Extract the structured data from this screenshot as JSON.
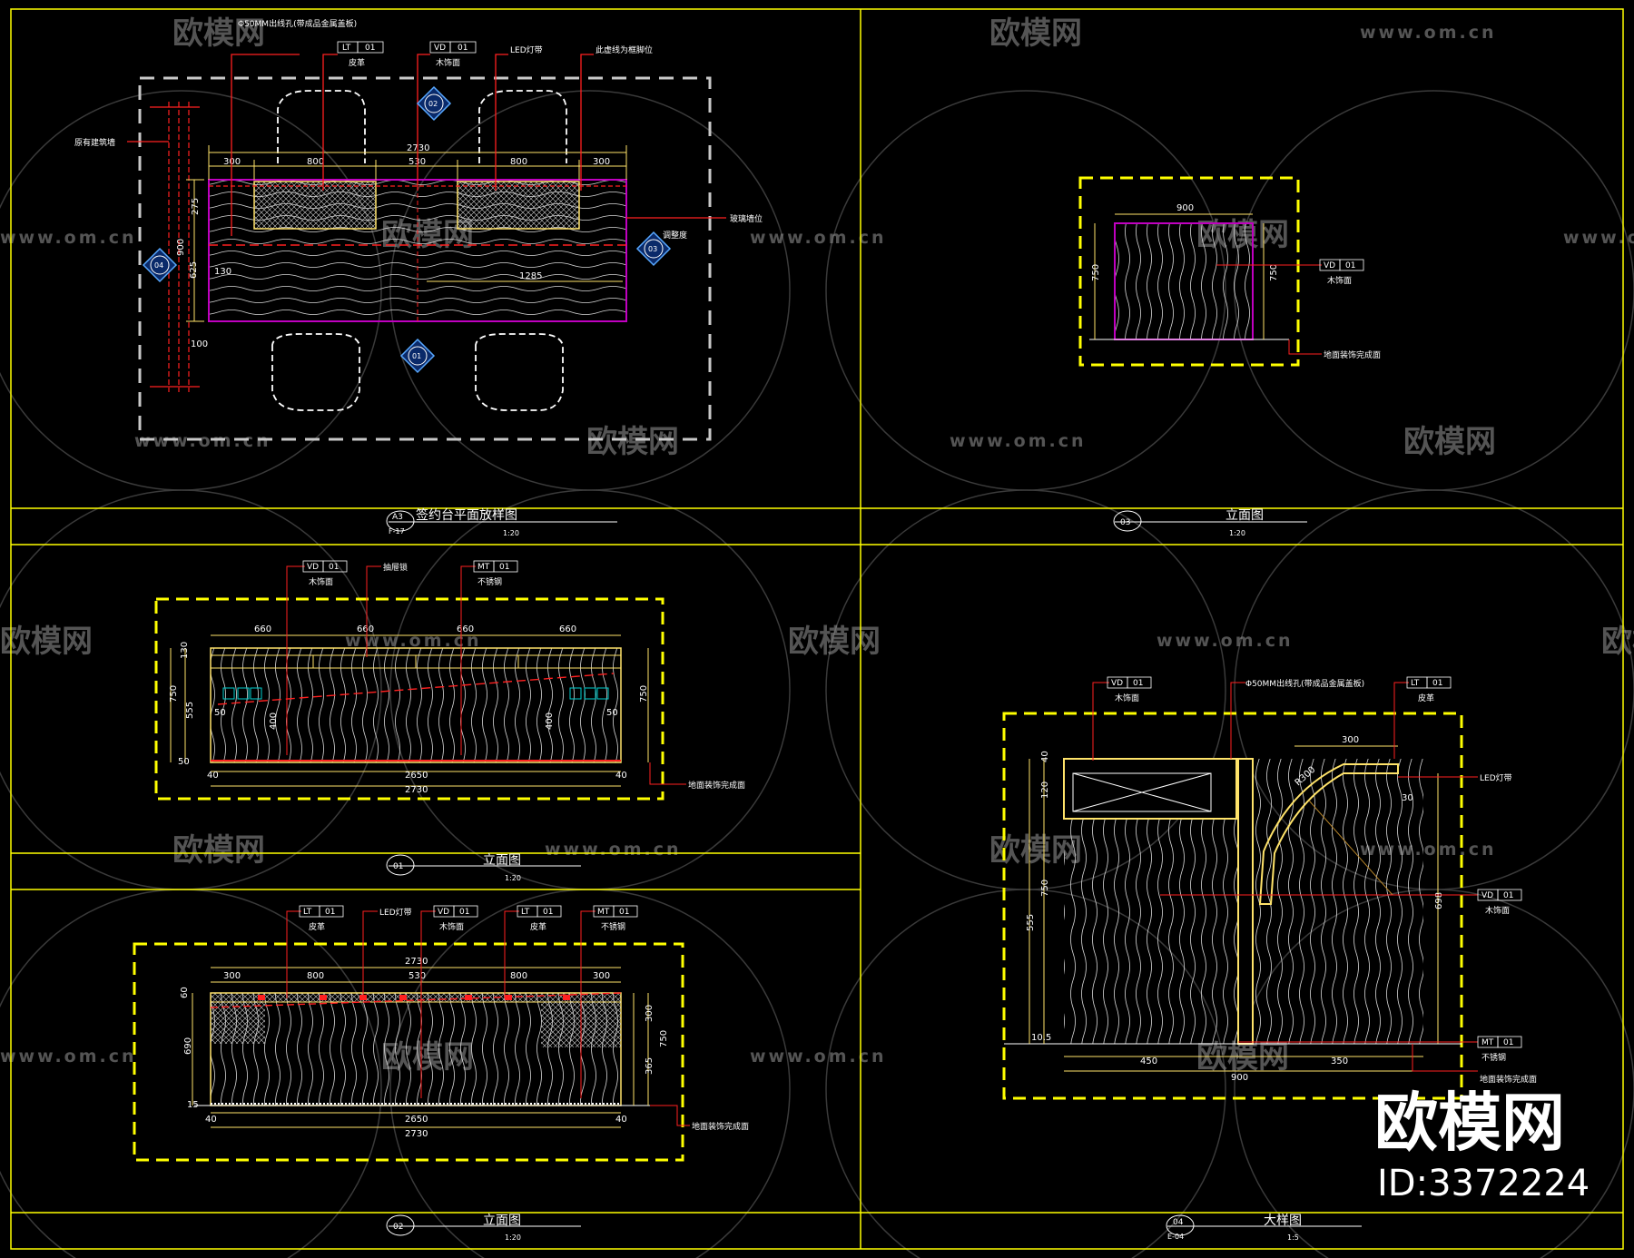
{
  "colors": {
    "background": "#000000",
    "frame": "#ffff00",
    "dim": "#ffe36a",
    "red": "#ff2020",
    "magenta": "#c000c0",
    "white": "#ffffff",
    "cyan": "#00d0d0"
  },
  "watermark": {
    "brand": "欧模网",
    "url": "www.om.cn"
  },
  "brand_mark": {
    "name": "欧模网",
    "id": "ID:3372224"
  },
  "panels": {
    "a3": {
      "num": "A3",
      "sheet": "F-17",
      "title": "签约台平面放样图",
      "scale": "1:20",
      "dims_top": [
        "300",
        "800",
        "2730",
        "530",
        "800",
        "300"
      ],
      "dims_side": [
        "275",
        "900",
        "625",
        "130",
        "100"
      ],
      "dim_1285": "1285",
      "notes": {
        "hole": "Φ50MM出线孔(带成品金属盖板)",
        "lt": "LT",
        "lt_num": "01",
        "lt_text": "皮革",
        "vd": "VD",
        "vd_num": "01",
        "vd_text": "木饰面",
        "led": "LED灯带",
        "center": "此虚线为框脚位",
        "wall": "原有建筑墙",
        "glass": "玻璃墙位",
        "ref": "调整度"
      },
      "markers": [
        "02",
        "03",
        "04",
        "01"
      ]
    },
    "p03": {
      "num": "03",
      "title": "立面图",
      "scale": "1:20",
      "dims": [
        "900",
        "750",
        "750"
      ],
      "notes": {
        "vd": "VD",
        "vd_num": "01",
        "vd_text": "木饰面",
        "floor": "地面装饰完成面"
      }
    },
    "p01": {
      "num": "01",
      "title": "立面图",
      "scale": "1:20",
      "dims_top": [
        "660",
        "660",
        "660",
        "660"
      ],
      "dims_left": [
        "130",
        "750",
        "555",
        "50",
        "50"
      ],
      "dims_right": [
        "50",
        "750"
      ],
      "dims_inner": [
        "400",
        "400"
      ],
      "dims_bottom": [
        "40",
        "2650",
        "2730",
        "40"
      ],
      "notes": {
        "vd": "VD",
        "vd_num": "01",
        "vd_text": "木饰面",
        "handle": "抽屉锁",
        "mt": "MT",
        "mt_num": "01",
        "mt_text": "不锈钢",
        "floor": "地面装饰完成面"
      }
    },
    "p02": {
      "num": "02",
      "title": "立面图",
      "scale": "1:20",
      "dims_top": [
        "2730",
        "300",
        "800",
        "530",
        "800",
        "300"
      ],
      "dims_left": [
        "60",
        "690",
        "15"
      ],
      "dims_right": [
        "300",
        "750",
        "365"
      ],
      "dims_bottom": [
        "40",
        "2650",
        "2730",
        "40"
      ],
      "notes": {
        "lt": "LT",
        "lt_num": "01",
        "lt_text": "皮革",
        "led": "LED灯带",
        "vd": "VD",
        "vd_num": "01",
        "vd_text": "木饰面",
        "lt2": "LT",
        "lt2_num": "01",
        "lt2_text": "皮革",
        "mt": "MT",
        "mt_num": "01",
        "mt_text": "不锈钢",
        "floor": "地面装饰完成面"
      }
    },
    "p04": {
      "num": "04",
      "sheet": "E-04",
      "title": "大样图",
      "scale": "1:5",
      "dims": [
        "300",
        "R300",
        "120",
        "750",
        "555",
        "698",
        "450",
        "350",
        "900",
        "40",
        "30",
        "10.5"
      ],
      "notes": {
        "vd": "VD",
        "vd_num": "01",
        "vd_text": "木饰面",
        "hole": "Φ50MM出线孔(带成品金属盖板)",
        "lt": "LT",
        "lt_num": "01",
        "lt_text": "皮革",
        "led": "LED灯带",
        "vd2": "VD",
        "vd2_num": "01",
        "vd2_text": "木饰面",
        "mt": "MT",
        "mt_num": "01",
        "mt_text": "不锈钢",
        "floor": "地面装饰完成面"
      }
    }
  }
}
